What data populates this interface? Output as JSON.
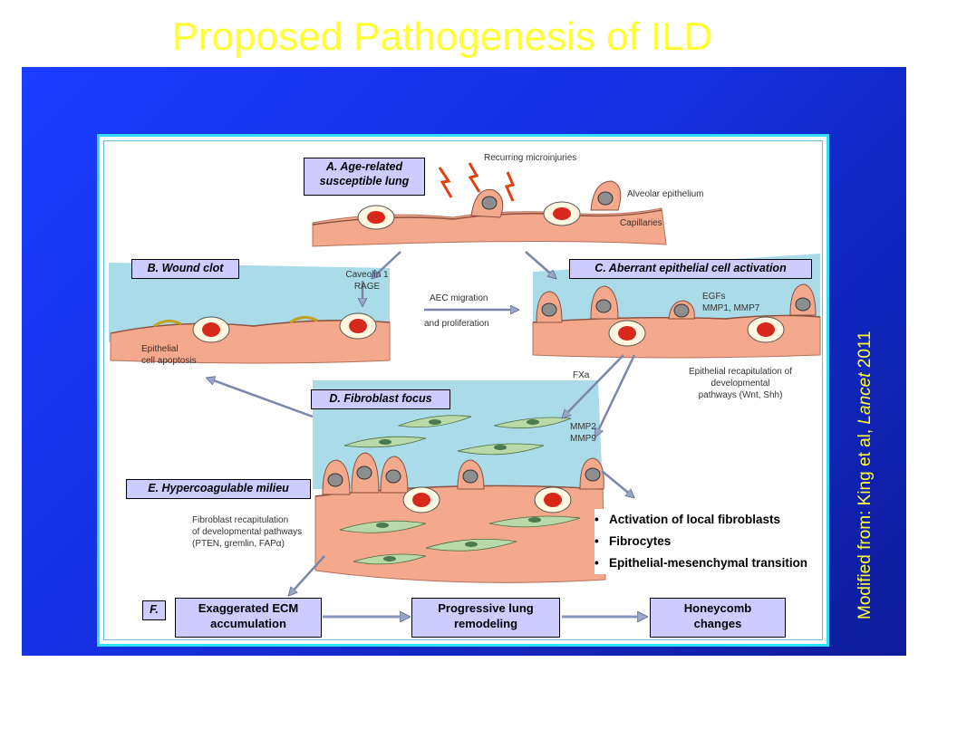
{
  "title": "Proposed Pathogenesis of ILD",
  "credit_prefix": "Modified from: King et al, ",
  "credit_journal": "Lancet",
  "credit_year": " 2011",
  "labels": {
    "a_line1": "A.  Age-related",
    "a_line2": "susceptible lung",
    "b": "B.  Wound clot",
    "c": "C.  Aberrant epithelial cell activation",
    "d": "D.  Fibroblast focus",
    "e": "E.  Hypercoagulable milieu",
    "f": "F."
  },
  "annotations": {
    "recurring": "Recurring microinjuries",
    "alveolar": "Alveolar epithelium",
    "capillaries": "Capillaries",
    "caveolin_1": "Caveolin 1",
    "caveolin_2": "RAGE",
    "aec_1": "AEC migration",
    "aec_2": "and proliferation",
    "egfs_1": "EGFs",
    "egfs_2": "MMP1, MMP7",
    "apoptosis_1": "Epithelial",
    "apoptosis_2": "cell apoptosis",
    "fxa": "FXa",
    "recap_1": "Epithelial recapitulation of",
    "recap_2": "developmental",
    "recap_3": "pathways (Wnt, Shh)",
    "mmp_1": "MMP2",
    "mmp_2": "MMP9",
    "fib_1": "Fibroblast recapitulation",
    "fib_2": "of developmental pathways",
    "fib_3": "(PTEN, gremlin, FAPα)"
  },
  "bullets": [
    "Activation of local fibroblasts",
    "Fibrocytes",
    "Epithelial-mesenchymal transition"
  ],
  "flow": [
    {
      "line1": "Exaggerated ECM",
      "line2": "accumulation"
    },
    {
      "line1": "Progressive lung",
      "line2": "remodeling"
    },
    {
      "line1": "Honeycomb",
      "line2": "changes"
    }
  ],
  "colors": {
    "slide_bg": "#1a3cff",
    "title": "#ffff33",
    "frame_border": "#33ddff",
    "label_fill": "#ccccff",
    "tissue": "#f4a98c",
    "fluid": "#a9dbe8",
    "arrow": "#9aa6c8",
    "fibroblast": "#b9d9a8"
  }
}
